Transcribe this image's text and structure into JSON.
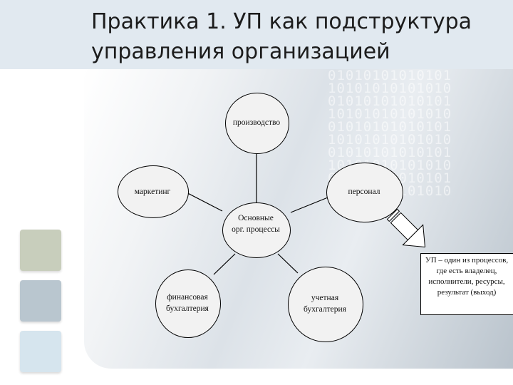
{
  "slide": {
    "title_line1": "Практика 1. УП как подструктура",
    "title_line2": "управления организацией"
  },
  "diagram": {
    "center": {
      "line1": "Основные",
      "line2": "орг. процессы"
    },
    "production": "производство",
    "marketing": "маркетинг",
    "personnel": "персонал",
    "finance": {
      "line1": "финансовая",
      "line2": "бухгалтерия"
    },
    "accounting": {
      "line1": "учетная",
      "line2": "бухгалтерия"
    }
  },
  "callout": {
    "text": "УП – один из процессов, где есть владелец, исполнители, ресурсы, результат (выход)"
  },
  "decor": {
    "digit_rows": [
      "01010101010101",
      "10101010101010",
      "01010101010101",
      "10101010101010",
      "01010101010101",
      "10101010101010",
      "01010101010101",
      "10101010101010",
      "01010101010101",
      "10101010101010"
    ],
    "side_square_colors": [
      "#c8cebc",
      "#b9c6cf",
      "#d6e5ee"
    ]
  }
}
